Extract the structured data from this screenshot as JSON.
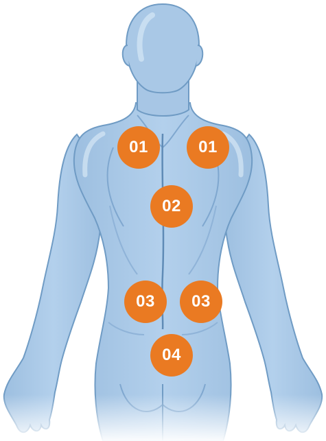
{
  "colors": {
    "body_fill": "#a9c8e6",
    "body_outline": "#6f9bc4",
    "body_highlight": "#c9dff2",
    "muscle_shade": "#8fb3d8",
    "marker_fill": "#ea7a22"
  },
  "markers": [
    {
      "id": "m-01a",
      "label": "01"
    },
    {
      "id": "m-01b",
      "label": "01"
    },
    {
      "id": "m-02",
      "label": "02"
    },
    {
      "id": "m-03a",
      "label": "03"
    },
    {
      "id": "m-03b",
      "label": "03"
    },
    {
      "id": "m-04",
      "label": "04"
    }
  ]
}
